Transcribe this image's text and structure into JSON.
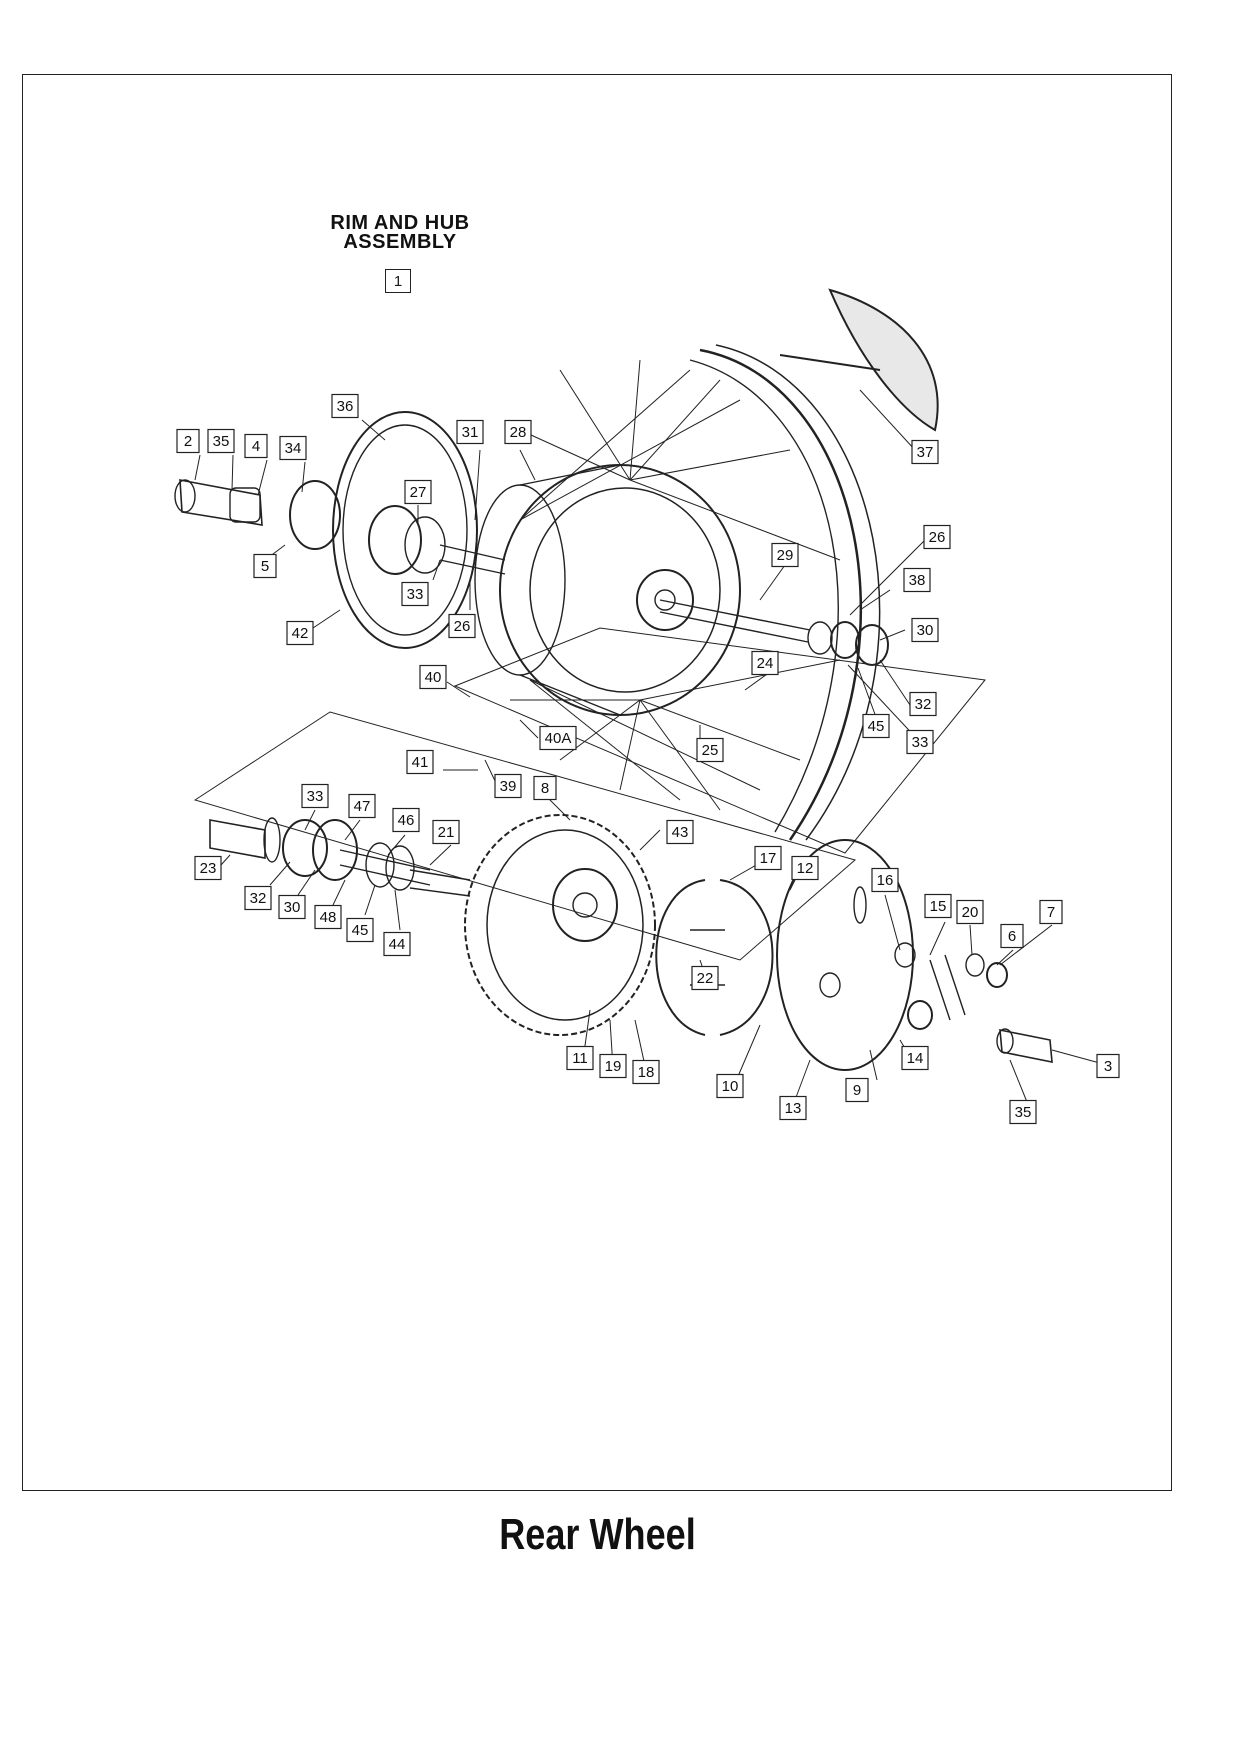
{
  "assembly_title": [
    "RIM AND HUB",
    "ASSEMBLY"
  ],
  "assembly_ref": "1",
  "caption": "Rear Wheel",
  "callouts": [
    {
      "id": "c2",
      "label": "2"
    },
    {
      "id": "c35a",
      "label": "35"
    },
    {
      "id": "c4",
      "label": "4"
    },
    {
      "id": "c34",
      "label": "34"
    },
    {
      "id": "c36",
      "label": "36"
    },
    {
      "id": "c31",
      "label": "31"
    },
    {
      "id": "c28",
      "label": "28"
    },
    {
      "id": "c37",
      "label": "37"
    },
    {
      "id": "c27",
      "label": "27"
    },
    {
      "id": "c5",
      "label": "5"
    },
    {
      "id": "c33a",
      "label": "33"
    },
    {
      "id": "c26a",
      "label": "26"
    },
    {
      "id": "c29",
      "label": "29"
    },
    {
      "id": "c26b",
      "label": "26"
    },
    {
      "id": "c38",
      "label": "38"
    },
    {
      "id": "c42",
      "label": "42"
    },
    {
      "id": "c30a",
      "label": "30"
    },
    {
      "id": "c40",
      "label": "40"
    },
    {
      "id": "c24",
      "label": "24"
    },
    {
      "id": "c32a",
      "label": "32"
    },
    {
      "id": "c45a",
      "label": "45"
    },
    {
      "id": "c33b",
      "label": "33"
    },
    {
      "id": "c40a",
      "label": "40A"
    },
    {
      "id": "c25",
      "label": "25"
    },
    {
      "id": "c41",
      "label": "41"
    },
    {
      "id": "c39",
      "label": "39"
    },
    {
      "id": "c8",
      "label": "8"
    },
    {
      "id": "c33c",
      "label": "33"
    },
    {
      "id": "c47",
      "label": "47"
    },
    {
      "id": "c43",
      "label": "43"
    },
    {
      "id": "c46",
      "label": "46"
    },
    {
      "id": "c21",
      "label": "21"
    },
    {
      "id": "c17",
      "label": "17"
    },
    {
      "id": "c12",
      "label": "12"
    },
    {
      "id": "c16",
      "label": "16"
    },
    {
      "id": "c23",
      "label": "23"
    },
    {
      "id": "c32b",
      "label": "32"
    },
    {
      "id": "c30b",
      "label": "30"
    },
    {
      "id": "c48",
      "label": "48"
    },
    {
      "id": "c45b",
      "label": "45"
    },
    {
      "id": "c44",
      "label": "44"
    },
    {
      "id": "c15",
      "label": "15"
    },
    {
      "id": "c20",
      "label": "20"
    },
    {
      "id": "c7",
      "label": "7"
    },
    {
      "id": "c6",
      "label": "6"
    },
    {
      "id": "c22",
      "label": "22"
    },
    {
      "id": "c11",
      "label": "11"
    },
    {
      "id": "c19",
      "label": "19"
    },
    {
      "id": "c18",
      "label": "18"
    },
    {
      "id": "c10",
      "label": "10"
    },
    {
      "id": "c14",
      "label": "14"
    },
    {
      "id": "c13",
      "label": "13"
    },
    {
      "id": "c9",
      "label": "9"
    },
    {
      "id": "c3",
      "label": "3"
    },
    {
      "id": "c35b",
      "label": "35"
    }
  ]
}
